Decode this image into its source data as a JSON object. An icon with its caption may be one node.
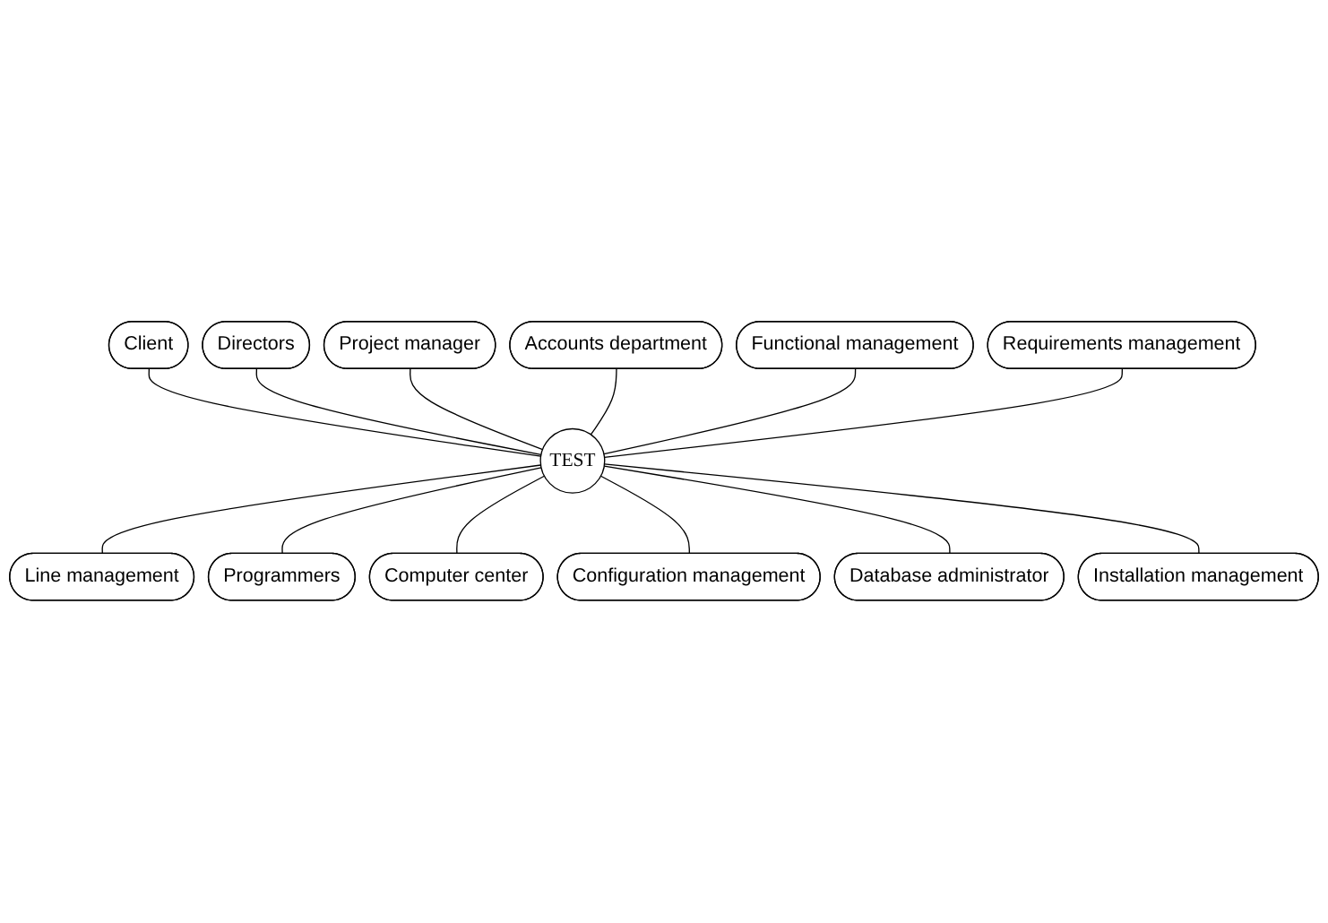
{
  "diagram": {
    "nodes": [
      {
        "text": [
          "Client"
        ]
      },
      {
        "text": [
          "Directors"
        ]
      },
      {
        "text": [
          "Project manager"
        ]
      },
      {
        "text": [
          "Accounts department"
        ]
      },
      {
        "text": [
          "Functional management"
        ]
      },
      {
        "text": [
          "Requirements management"
        ]
      },
      {
        "text": [
          "TEST"
        ]
      },
      {
        "text": [
          "Line management"
        ]
      },
      {
        "text": [
          "Programmers"
        ]
      },
      {
        "text": [
          "Computer center"
        ]
      },
      {
        "text": [
          "Configuration management"
        ]
      },
      {
        "text": [
          "Database administrator"
        ]
      },
      {
        "text": [
          "Installation management"
        ]
      }
    ],
    "edges": [
      {
        "from": 0,
        "to": 6,
        "arrow": "none"
      },
      {
        "from": 1,
        "to": 6,
        "arrow": "none"
      },
      {
        "from": 2,
        "to": 6,
        "arrow": "none"
      },
      {
        "from": 3,
        "to": 6,
        "arrow": "none"
      },
      {
        "from": 4,
        "to": 6,
        "arrow": "none"
      },
      {
        "from": 5,
        "to": 6,
        "arrow": "none"
      },
      {
        "from": 6,
        "to": 7,
        "arrow": "none"
      },
      {
        "from": 6,
        "to": 8,
        "arrow": "none"
      },
      {
        "from": 6,
        "to": 9,
        "arrow": "none"
      },
      {
        "from": 6,
        "to": 10,
        "arrow": "none"
      },
      {
        "from": 6,
        "to": 11,
        "arrow": "none"
      },
      {
        "from": 6,
        "to": 12,
        "arrow": "none"
      }
    ]
  }
}
